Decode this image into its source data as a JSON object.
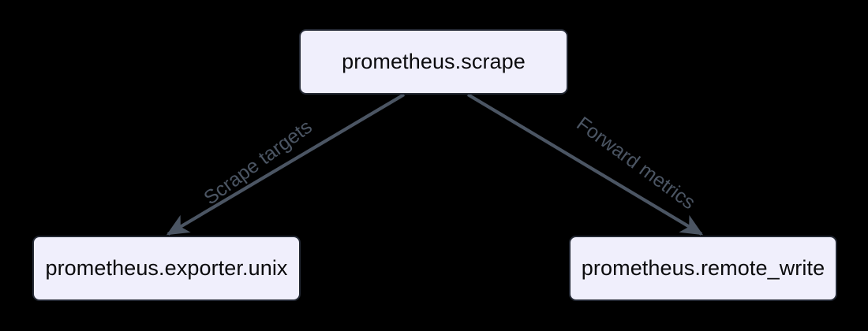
{
  "diagram": {
    "type": "flowchart",
    "direction": "top-down",
    "background_color": "#000000",
    "node_fill_color": "#f0effc",
    "node_border_color": "#232833",
    "node_text_color": "#0b0b0d",
    "edge_color": "#4b5563",
    "edge_label_color": "#4b5563",
    "nodes": [
      {
        "id": "scrape",
        "label": "prometheus.scrape",
        "position": "top-center"
      },
      {
        "id": "exporter",
        "label": "prometheus.exporter.unix",
        "position": "bottom-left"
      },
      {
        "id": "remote_write",
        "label": "prometheus.remote_write",
        "position": "bottom-right"
      }
    ],
    "edges": [
      {
        "id": "edge-scrape-to-exporter",
        "from": "scrape",
        "to": "exporter",
        "label": "Scrape targets",
        "arrowhead": "filled-triangle"
      },
      {
        "id": "edge-scrape-to-remote-write",
        "from": "scrape",
        "to": "remote_write",
        "label": "Forward metrics",
        "arrowhead": "filled-triangle"
      }
    ]
  }
}
